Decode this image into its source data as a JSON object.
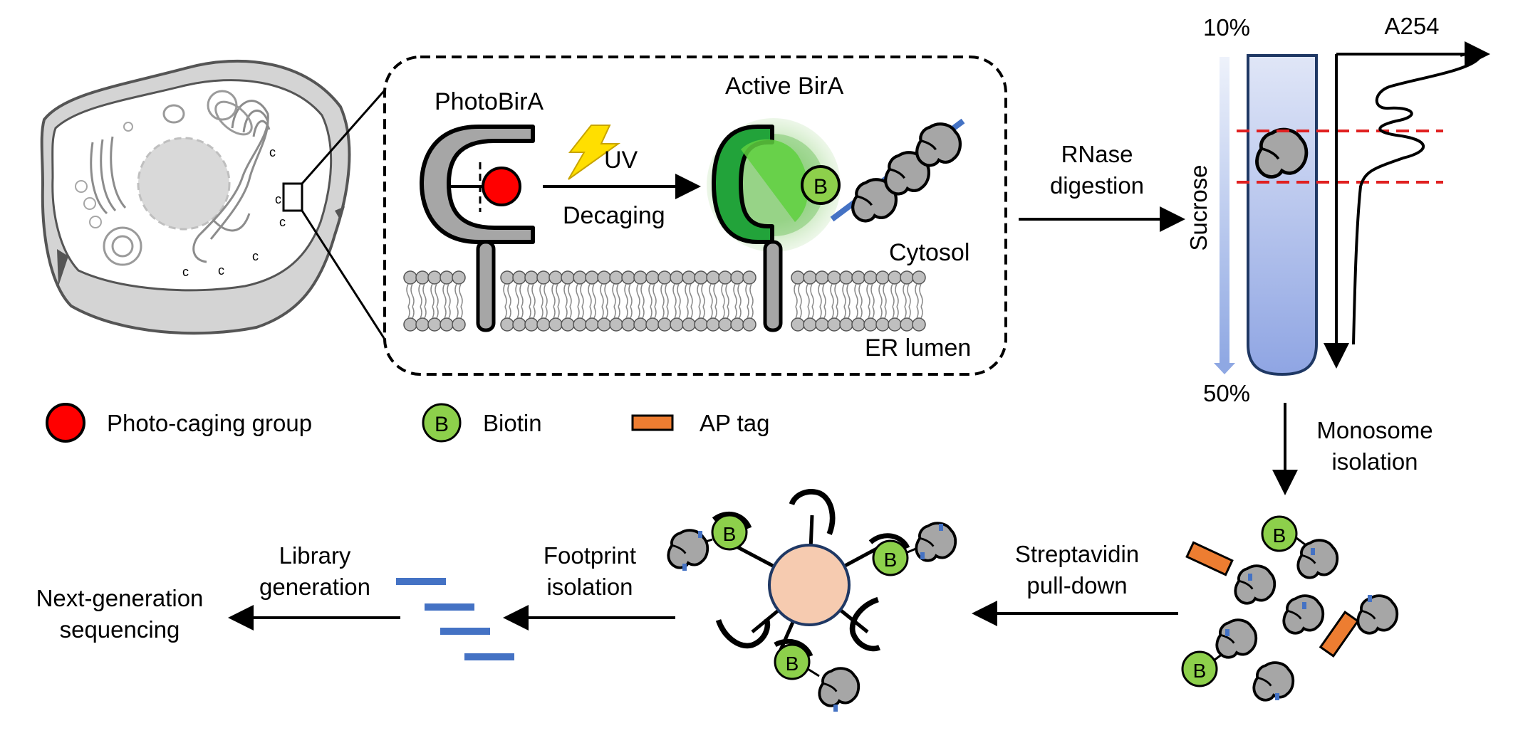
{
  "labels": {
    "photobira": "PhotoBirA",
    "uv": "UV",
    "decaging": "Decaging",
    "active_bira": "Active BirA",
    "biotin_letter": "B",
    "cytosol": "Cytosol",
    "er_lumen": "ER lumen",
    "rnase_1": "RNase",
    "rnase_2": "digestion",
    "sucrose": "Sucrose",
    "pct_top": "10%",
    "pct_bottom": "50%",
    "a254": "A254",
    "monosome_1": "Monosome",
    "monosome_2": "isolation",
    "strep_1": "Streptavidin",
    "strep_2": "pull-down",
    "footprint_1": "Footprint",
    "footprint_2": "isolation",
    "library_1": "Library",
    "library_2": "generation",
    "ngs_1": "Next-generation",
    "ngs_2": "sequencing"
  },
  "legend": [
    {
      "label": "Photo-caging group",
      "icon": "red-circle-icon",
      "color": "#ff0000"
    },
    {
      "label": "Biotin",
      "icon": "biotin-circle-icon",
      "color": "#8dd04b"
    },
    {
      "label": "AP tag",
      "icon": "orange-bar-icon",
      "color": "#ed7d31"
    }
  ],
  "colors": {
    "caging_red": "#ff0000",
    "biotin_green": "#8dd04b",
    "active_bira_green": "#21a33a",
    "ap_tag_orange": "#ed7d31",
    "ribosome_gray": "#a6a6a6",
    "mrna_blue": "#4472c4",
    "gradient_dashed_red": "#e02020",
    "bead_peach": "#f6cbb0",
    "tube_blue": "#8fa5e3"
  }
}
